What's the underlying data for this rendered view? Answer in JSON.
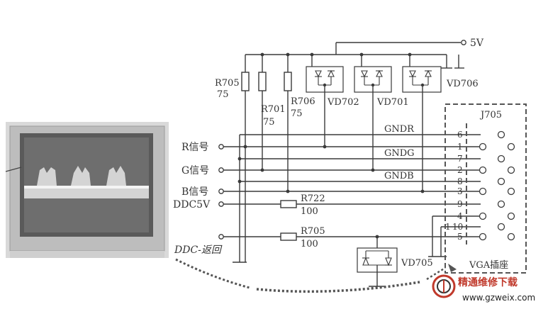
{
  "supply": {
    "label": "5V"
  },
  "resistors": {
    "r705_top": {
      "name": "R705",
      "value": "75"
    },
    "r701": {
      "name": "R701",
      "value": "75"
    },
    "r706": {
      "name": "R706",
      "value": "75"
    },
    "r722": {
      "name": "R722",
      "value": "100"
    },
    "r705_bottom": {
      "name": "R705",
      "value": "100"
    }
  },
  "diodes": {
    "vd702": "VD702",
    "vd701": "VD701",
    "vd706": "VD706",
    "vd705": "VD705"
  },
  "nets": {
    "gndr": "GNDR",
    "gndg": "GNDG",
    "gndb": "GNDB"
  },
  "inputs": {
    "r_signal": "R信号",
    "g_signal": "G信号",
    "b_signal": "B信号",
    "ddc5v": "DDC5V",
    "ddc_return": "DDC-返回"
  },
  "connector": {
    "name": "J705",
    "caption": "VGA插座",
    "pins": [
      "6",
      "1",
      "7",
      "2",
      "8",
      "3",
      "9",
      "4",
      "10",
      "5"
    ],
    "extra_pin": "1"
  },
  "watermark": {
    "title": "精通维修下载",
    "url": "www.gzweix.com"
  }
}
